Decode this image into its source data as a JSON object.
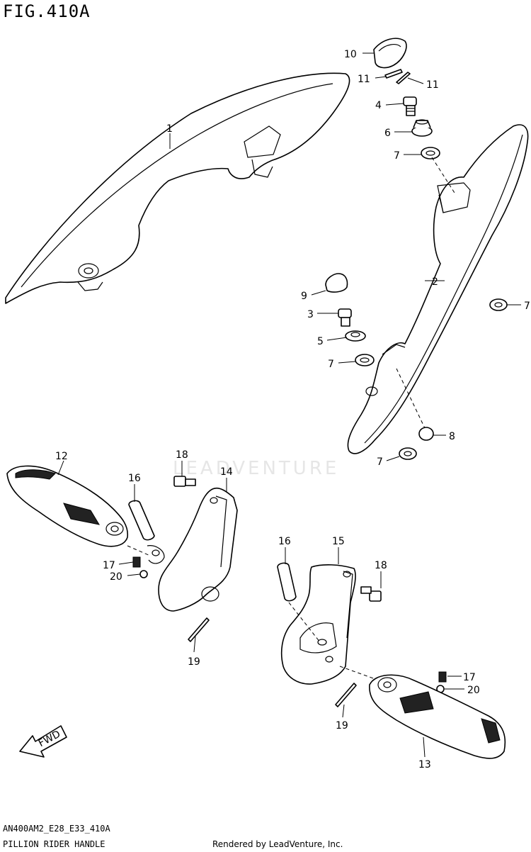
{
  "figure": {
    "title": "FIG.410A",
    "code": "AN400AM2_E28_E33_410A",
    "subtitle": "PILLION RIDER HANDLE",
    "rendered_by": "Rendered by LeadVenture, Inc.",
    "watermark": "LEADVENTURE",
    "fwd_label": "FWD"
  },
  "callouts": [
    {
      "id": "c1",
      "label": "1"
    },
    {
      "id": "c2",
      "label": "2"
    },
    {
      "id": "c3",
      "label": "3"
    },
    {
      "id": "c4",
      "label": "4"
    },
    {
      "id": "c5",
      "label": "5"
    },
    {
      "id": "c6",
      "label": "6"
    },
    {
      "id": "c7a",
      "label": "7"
    },
    {
      "id": "c7b",
      "label": "7"
    },
    {
      "id": "c7c",
      "label": "7"
    },
    {
      "id": "c7d",
      "label": "7"
    },
    {
      "id": "c8",
      "label": "8"
    },
    {
      "id": "c9",
      "label": "9"
    },
    {
      "id": "c10",
      "label": "10"
    },
    {
      "id": "c11a",
      "label": "11"
    },
    {
      "id": "c11b",
      "label": "11"
    },
    {
      "id": "c12",
      "label": "12"
    },
    {
      "id": "c13",
      "label": "13"
    },
    {
      "id": "c14",
      "label": "14"
    },
    {
      "id": "c15",
      "label": "15"
    },
    {
      "id": "c16a",
      "label": "16"
    },
    {
      "id": "c16b",
      "label": "16"
    },
    {
      "id": "c17a",
      "label": "17"
    },
    {
      "id": "c17b",
      "label": "17"
    },
    {
      "id": "c18a",
      "label": "18"
    },
    {
      "id": "c18b",
      "label": "18"
    },
    {
      "id": "c19a",
      "label": "19"
    },
    {
      "id": "c19b",
      "label": "19"
    },
    {
      "id": "c20a",
      "label": "20"
    },
    {
      "id": "c20b",
      "label": "20"
    }
  ]
}
